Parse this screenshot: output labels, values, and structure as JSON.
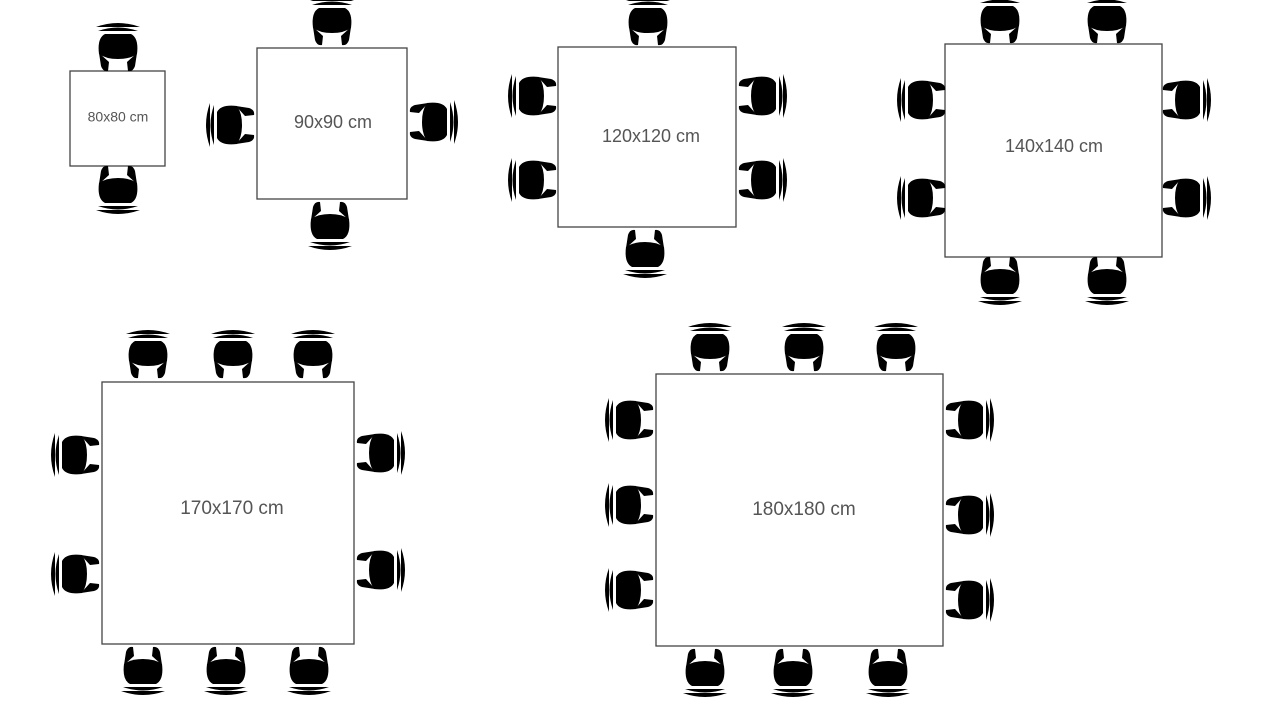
{
  "tables": [
    {
      "id": "t80",
      "label": "80x80 cm"
    },
    {
      "id": "t90",
      "label": "90x90 cm"
    },
    {
      "id": "t120",
      "label": "120x120 cm"
    },
    {
      "id": "t140",
      "label": "140x140 cm"
    },
    {
      "id": "t170",
      "label": "170x170 cm"
    },
    {
      "id": "t180",
      "label": "180x180 cm"
    }
  ],
  "icons": {
    "seat": "seated-person-top-view-icon"
  },
  "colors": {
    "line": "#444444",
    "text": "#555555",
    "background": "#ffffff"
  }
}
